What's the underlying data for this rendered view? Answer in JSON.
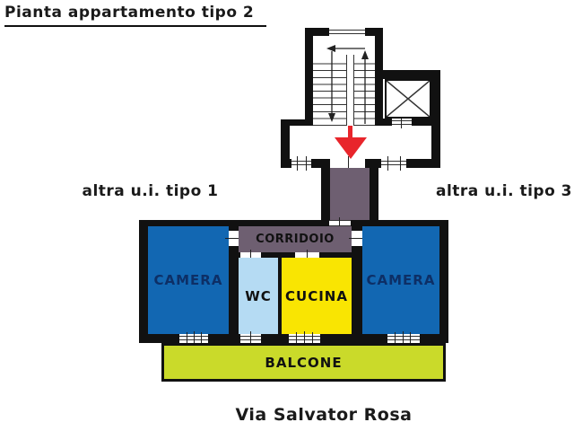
{
  "title": "Pianta appartamento tipo 2",
  "street": "Via Salvator Rosa",
  "adjacent_units": {
    "left": "altra u.i. tipo 1",
    "right": "altra u.i. tipo 3"
  },
  "rooms": {
    "corridoio": "CORRIDOIO",
    "camera_left": "CAMERA",
    "wc": "WC",
    "cucina": "CUCINA",
    "camera_right": "CAMERA",
    "balcone": "BALCONE"
  },
  "icons": {
    "entry_arrow": "red-down-arrow",
    "stair_direction": "up-left-down-arrow",
    "elevator": "x-cross-shaft"
  },
  "colors": {
    "wall": "#111111",
    "camera_fill": "#1267b2",
    "camera_label": "#0d2f66",
    "wc_fill": "#b5dbf3",
    "cucina_fill": "#f9e502",
    "balcone_fill": "#cada2a",
    "vestibule_fill": "#6e5f71",
    "corridor_fill": "#6e5f71",
    "direction_arrow": "#e8252b"
  }
}
